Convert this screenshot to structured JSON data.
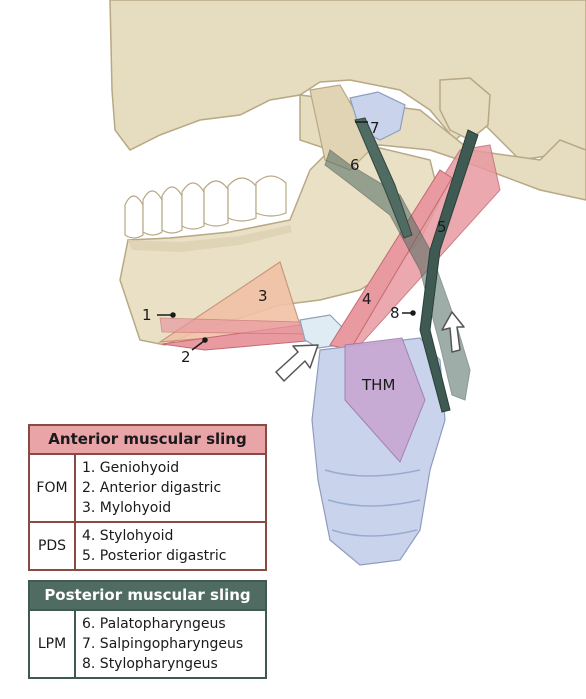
{
  "labels": {
    "n1": "1",
    "n2": "2",
    "n3": "3",
    "n4": "4",
    "n5": "5",
    "n6": "6",
    "n7": "7",
    "n8": "8",
    "thm": "THM"
  },
  "anterior": {
    "title": "Anterior muscular sling",
    "groups": [
      {
        "abbr": "FOM",
        "items": [
          "1. Geniohyoid",
          "2. Anterior digastric",
          "3. Mylohyoid"
        ]
      },
      {
        "abbr": "PDS",
        "items": [
          "4. Stylohyoid",
          "5. Posterior digastric"
        ]
      }
    ]
  },
  "posterior": {
    "title": "Posterior muscular sling",
    "groups": [
      {
        "abbr": "LPM",
        "items": [
          "6. Palatopharyngeus",
          "7. Salpingopharyngeus",
          "8. Stylopharyngeus"
        ]
      }
    ]
  },
  "colors": {
    "bone": "#e6dcc0",
    "bone_stroke": "#b8a884",
    "muscle_red": "#e89aa0",
    "muscle_dark": "#4f6b62",
    "larynx_blue": "#c9d4ec",
    "thyrohyoid_purple": "#c7a7d2",
    "anterior_header": "#e9a4a8",
    "posterior_header": "#4f6b62"
  }
}
